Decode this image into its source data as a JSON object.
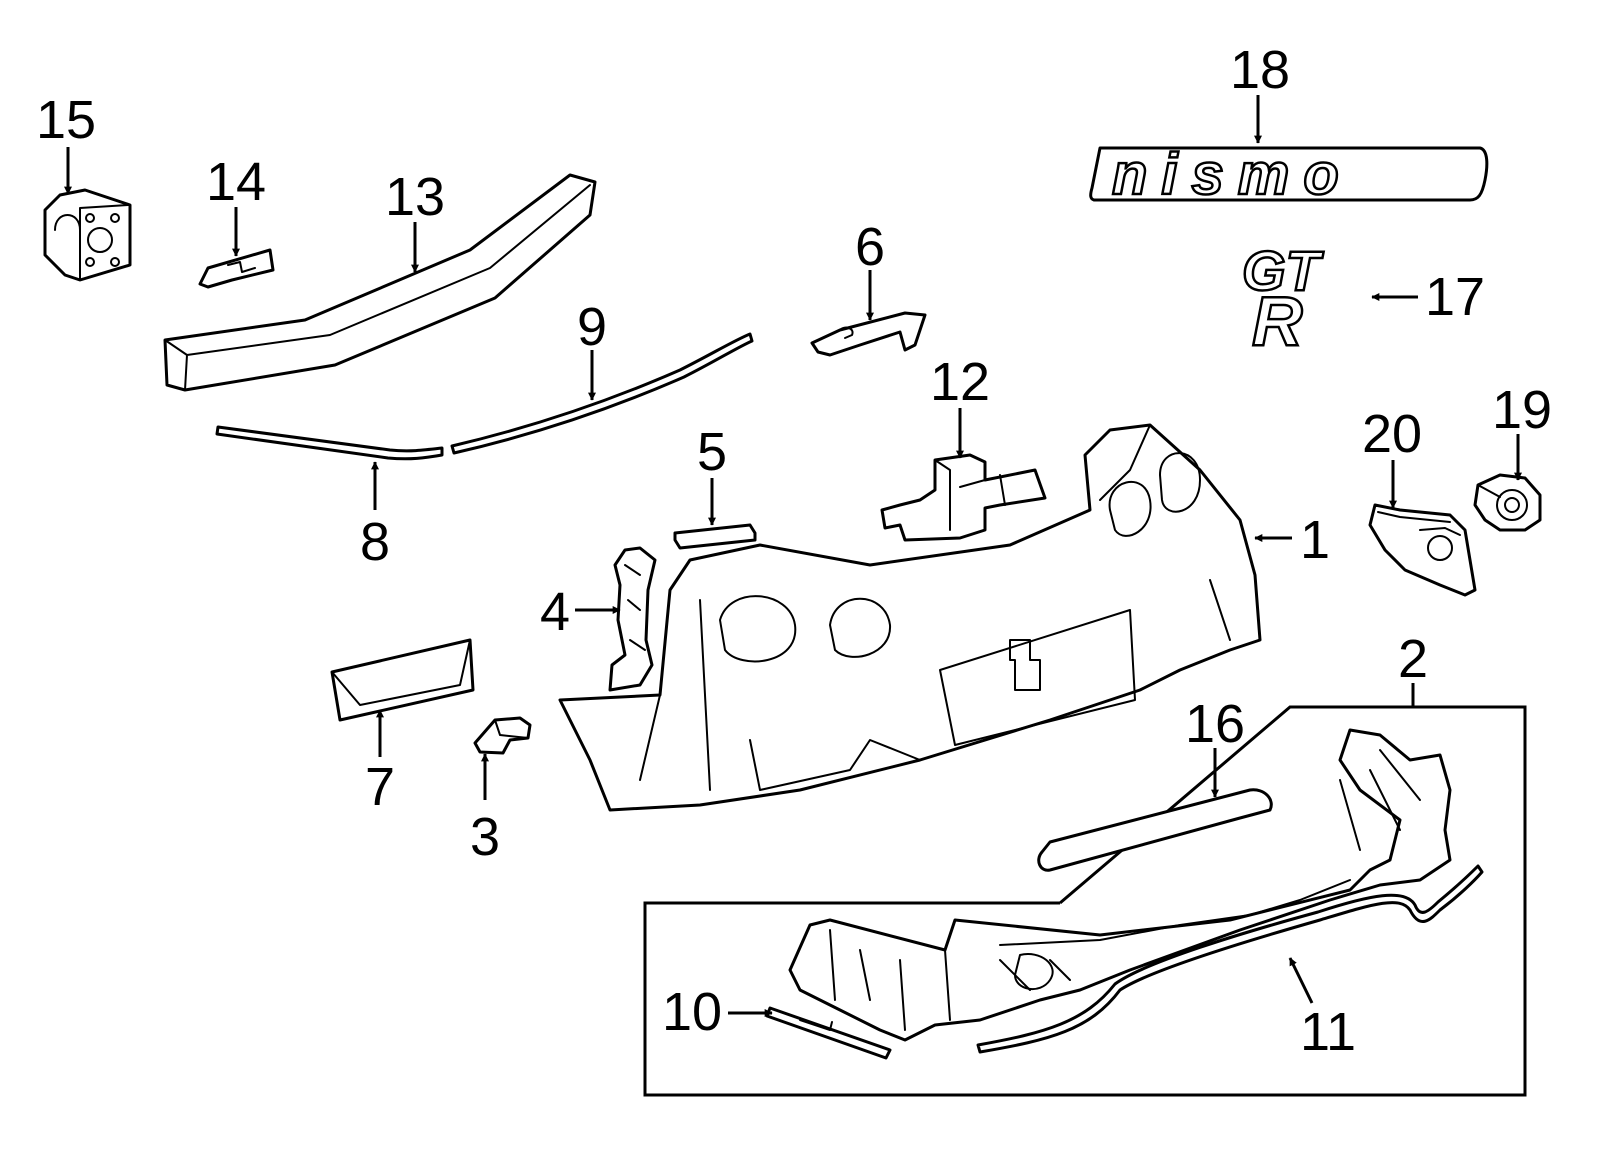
{
  "callouts": [
    {
      "id": "1",
      "label": "1"
    },
    {
      "id": "2",
      "label": "2"
    },
    {
      "id": "3",
      "label": "3"
    },
    {
      "id": "4",
      "label": "4"
    },
    {
      "id": "5",
      "label": "5"
    },
    {
      "id": "6",
      "label": "6"
    },
    {
      "id": "7",
      "label": "7"
    },
    {
      "id": "8",
      "label": "8"
    },
    {
      "id": "9",
      "label": "9"
    },
    {
      "id": "10",
      "label": "10"
    },
    {
      "id": "11",
      "label": "11"
    },
    {
      "id": "12",
      "label": "12"
    },
    {
      "id": "13",
      "label": "13"
    },
    {
      "id": "14",
      "label": "14"
    },
    {
      "id": "15",
      "label": "15"
    },
    {
      "id": "16",
      "label": "16"
    },
    {
      "id": "17",
      "label": "17"
    },
    {
      "id": "18",
      "label": "18"
    },
    {
      "id": "19",
      "label": "19"
    },
    {
      "id": "20",
      "label": "20"
    }
  ],
  "emblems": {
    "nismo_badge": "nismo",
    "gt_badge": "GT",
    "r_badge": "R"
  },
  "colors": {
    "line": "#000000",
    "background": "#ffffff"
  }
}
